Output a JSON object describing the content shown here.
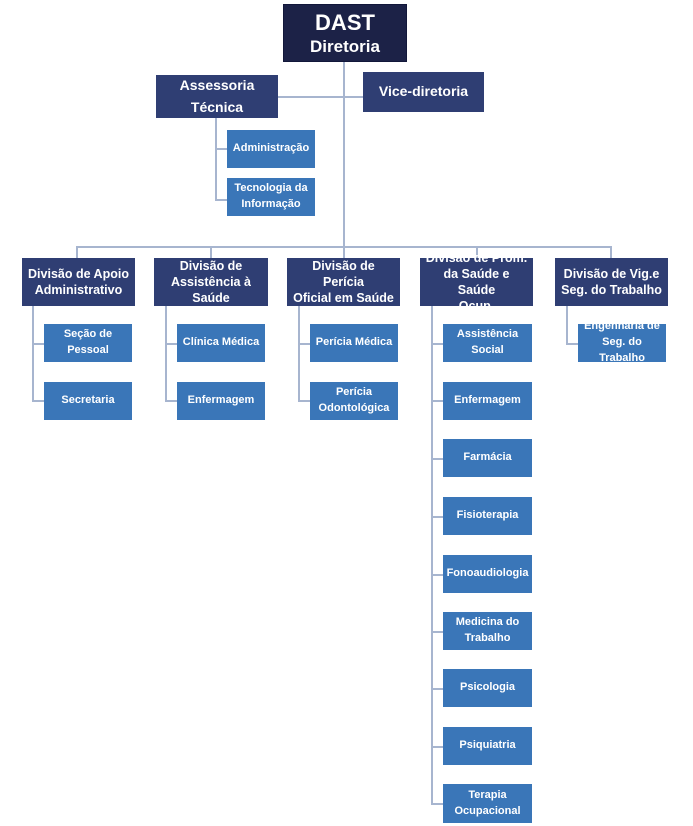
{
  "org": {
    "root": {
      "line1": "DAST",
      "line2": "Diretoria"
    },
    "assessoria": {
      "label": "Assessoria\nTécnica"
    },
    "vice": {
      "label": "Vice-diretoria"
    },
    "assessoria_children": [
      {
        "label": "Administração"
      },
      {
        "label": "Tecnologia da\nInformação"
      }
    ],
    "divisions": [
      {
        "label": "Divisão de Apoio\nAdministrativo",
        "children": [
          {
            "label": "Seção de\nPessoal"
          },
          {
            "label": "Secretaria"
          }
        ]
      },
      {
        "label": "Divisão de\nAssistência à Saúde",
        "children": [
          {
            "label": "Clínica Médica"
          },
          {
            "label": "Enfermagem"
          }
        ]
      },
      {
        "label": "Divisão de Perícia\nOficial em Saúde",
        "children": [
          {
            "label": "Perícia Médica"
          },
          {
            "label": "Perícia\nOdontológica"
          }
        ]
      },
      {
        "label": "Divisão de Prom.\nda Saúde e Saúde\nOcup.",
        "children": [
          {
            "label": "Assistência Social"
          },
          {
            "label": "Enfermagem"
          },
          {
            "label": "Farmácia"
          },
          {
            "label": "Fisioterapia"
          },
          {
            "label": "Fonoaudiologia"
          },
          {
            "label": "Medicina do\nTrabalho"
          },
          {
            "label": "Psicologia"
          },
          {
            "label": "Psiquiatria"
          },
          {
            "label": "Terapia\nOcupacional"
          }
        ]
      },
      {
        "label": "Divisão de Vig.e\nSeg. do Trabalho",
        "children": [
          {
            "label": "Engenharia de\nSeg. do Trabalho"
          }
        ]
      }
    ]
  }
}
